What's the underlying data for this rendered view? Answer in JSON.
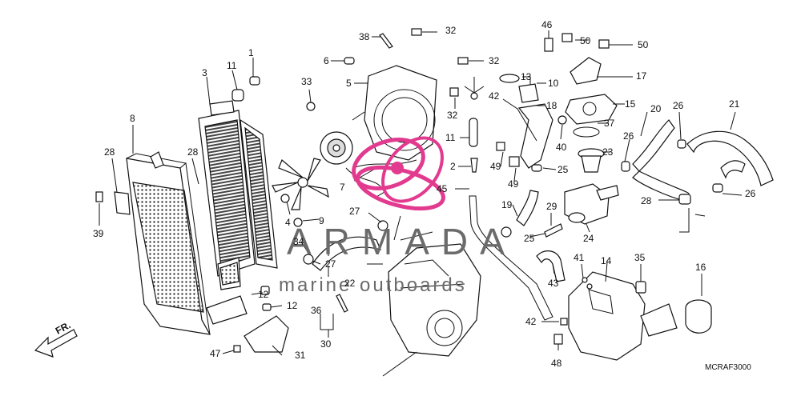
{
  "diagram": {
    "code": "MCRAF3000",
    "direction_label": "FR.",
    "callouts": [
      {
        "id": "c1",
        "label": "1"
      },
      {
        "id": "c3",
        "label": "3"
      },
      {
        "id": "c11a",
        "label": "11"
      },
      {
        "id": "c8",
        "label": "8"
      },
      {
        "id": "c28a",
        "label": "28"
      },
      {
        "id": "c28b",
        "label": "28"
      },
      {
        "id": "c39",
        "label": "39"
      },
      {
        "id": "c4",
        "label": "4"
      },
      {
        "id": "c9",
        "label": "9"
      },
      {
        "id": "c12a",
        "label": "12"
      },
      {
        "id": "c12b",
        "label": "12"
      },
      {
        "id": "c47",
        "label": "47"
      },
      {
        "id": "c31",
        "label": "31"
      },
      {
        "id": "c33",
        "label": "33"
      },
      {
        "id": "c6",
        "label": "6"
      },
      {
        "id": "c5",
        "label": "5"
      },
      {
        "id": "c7",
        "label": "7"
      },
      {
        "id": "c38",
        "label": "38"
      },
      {
        "id": "c32a",
        "label": "32"
      },
      {
        "id": "c32b",
        "label": "32"
      },
      {
        "id": "c32c",
        "label": "32"
      },
      {
        "id": "c42a",
        "label": "42"
      },
      {
        "id": "c11b",
        "label": "11"
      },
      {
        "id": "c2",
        "label": "2"
      },
      {
        "id": "c45",
        "label": "45"
      },
      {
        "id": "c27a",
        "label": "27"
      },
      {
        "id": "c27b",
        "label": "27"
      },
      {
        "id": "c34",
        "label": "34"
      },
      {
        "id": "c22",
        "label": "22"
      },
      {
        "id": "c36",
        "label": "36"
      },
      {
        "id": "c30",
        "label": "30"
      },
      {
        "id": "c13",
        "label": "13"
      },
      {
        "id": "c10",
        "label": "10"
      },
      {
        "id": "c18",
        "label": "18"
      },
      {
        "id": "c40",
        "label": "40"
      },
      {
        "id": "c49a",
        "label": "49"
      },
      {
        "id": "c49b",
        "label": "49"
      },
      {
        "id": "c25a",
        "label": "25"
      },
      {
        "id": "c25b",
        "label": "25"
      },
      {
        "id": "c19",
        "label": "19"
      },
      {
        "id": "c29",
        "label": "29"
      },
      {
        "id": "c24",
        "label": "24"
      },
      {
        "id": "c46",
        "label": "46"
      },
      {
        "id": "c50a",
        "label": "50"
      },
      {
        "id": "c50b",
        "label": "50"
      },
      {
        "id": "c17",
        "label": "17"
      },
      {
        "id": "c15",
        "label": "15"
      },
      {
        "id": "c37",
        "label": "37"
      },
      {
        "id": "c23",
        "label": "23"
      },
      {
        "id": "c20",
        "label": "20"
      },
      {
        "id": "c26a",
        "label": "26"
      },
      {
        "id": "c26b",
        "label": "26"
      },
      {
        "id": "c26c",
        "label": "26"
      },
      {
        "id": "c21",
        "label": "21"
      },
      {
        "id": "c28c",
        "label": "28"
      },
      {
        "id": "c41",
        "label": "41"
      },
      {
        "id": "c43",
        "label": "43"
      },
      {
        "id": "c14",
        "label": "14"
      },
      {
        "id": "c35",
        "label": "35"
      },
      {
        "id": "c16",
        "label": "16"
      },
      {
        "id": "c42b",
        "label": "42"
      },
      {
        "id": "c48",
        "label": "48"
      }
    ]
  },
  "watermark": {
    "brand": "ARMADA",
    "tagline": "marine outboards",
    "logo_color": "#e23a8f",
    "text_color": "#6b6b6b"
  }
}
